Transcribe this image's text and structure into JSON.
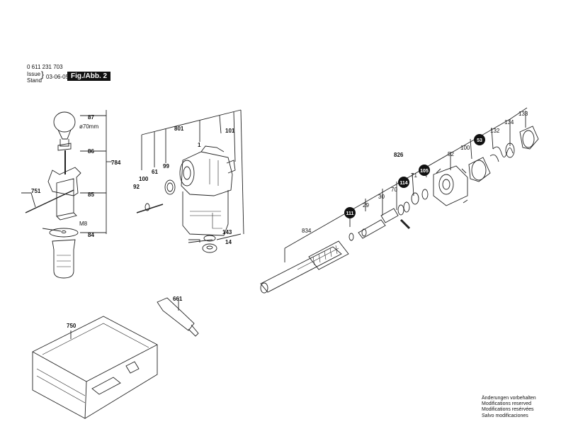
{
  "header": {
    "part_number": "0 611 231 703",
    "issue_label": "Issue",
    "stand_label": "Stand",
    "date": "03-06-05",
    "fig_label": "Fig./Abb. 2"
  },
  "labels": {
    "p87": "87",
    "p70mm": "ø70mm",
    "p86": "86",
    "p784": "784",
    "p751": "751",
    "p85": "85",
    "pM8": "M8",
    "p84": "84",
    "p801": "801",
    "p101": "101",
    "p1": "1",
    "p99": "99",
    "p61": "61",
    "p100a": "100",
    "p92": "92",
    "p143": "143",
    "p14": "14",
    "p826": "826",
    "p834": "834",
    "p29": "29",
    "p30": "30",
    "p70": "70",
    "p71": "71",
    "p52": "52",
    "p100b": "100",
    "p132": "132",
    "p134": "134",
    "p133": "133",
    "p661": "661",
    "p750": "750"
  },
  "bubbles": {
    "b53": "53",
    "b105": "105",
    "b114": "114",
    "b111": "111"
  },
  "notes": {
    "line1": "Änderungen vorbehalten",
    "line2": "Modifications reserved",
    "line3": "Modifications resérvées",
    "line4": "Salvo modificaciones"
  }
}
